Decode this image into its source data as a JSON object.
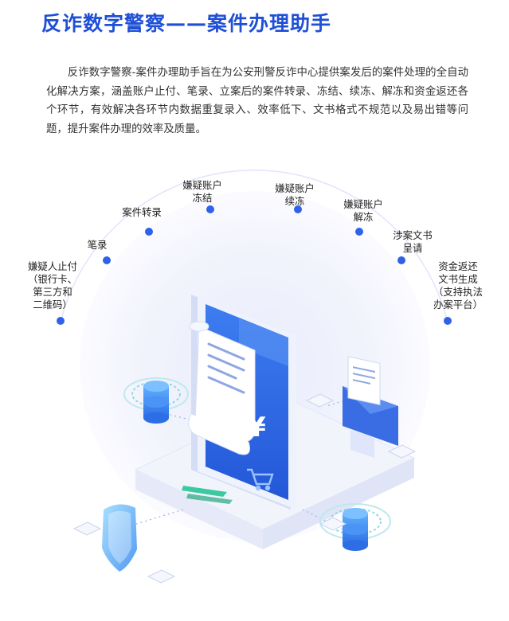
{
  "page": {
    "title": "反诈数字警察——案件办理助手",
    "intro": "反诈数字警察-案件办理助手旨在为公安刑警反诈中心提供案发后的案件处理的全自动化解决方案，涵盖账户止付、笔录、立案后的案件转录、冻结、续冻、解冻和资金返还各个环节，有效解决各环节内数据重复录入、效率低下、文书格式不规范以及易出错等问题，提升案件办理的效率及质量。"
  },
  "steps": [
    {
      "id": "stop-payment",
      "lines": [
        "嫌疑人止付",
        "（银行卡、",
        "第三方和",
        "二维码）"
      ]
    },
    {
      "id": "record",
      "lines": [
        "笔录"
      ]
    },
    {
      "id": "transfer",
      "lines": [
        "案件转录"
      ]
    },
    {
      "id": "freeze",
      "lines": [
        "嫌疑账户",
        "冻结"
      ]
    },
    {
      "id": "renew-freeze",
      "lines": [
        "嫌疑账户",
        "续冻"
      ]
    },
    {
      "id": "unfreeze",
      "lines": [
        "嫌疑账户",
        "解冻"
      ]
    },
    {
      "id": "documents",
      "lines": [
        "涉案文书",
        "呈请"
      ]
    },
    {
      "id": "refund",
      "lines": [
        "资金返还",
        "文书生成",
        "（支持执法",
        "办案平台）"
      ]
    }
  ],
  "illustration": {
    "currency_symbol": "¥",
    "icons": [
      "document-scroll-icon",
      "cart-icon",
      "shield-icon",
      "data-coin-stack-icon",
      "envelope-document-icon",
      "pen-icon",
      "chip-icon"
    ]
  },
  "colors": {
    "title": "#1f4fd6",
    "accent": "#2f62e8",
    "text": "#333333"
  }
}
